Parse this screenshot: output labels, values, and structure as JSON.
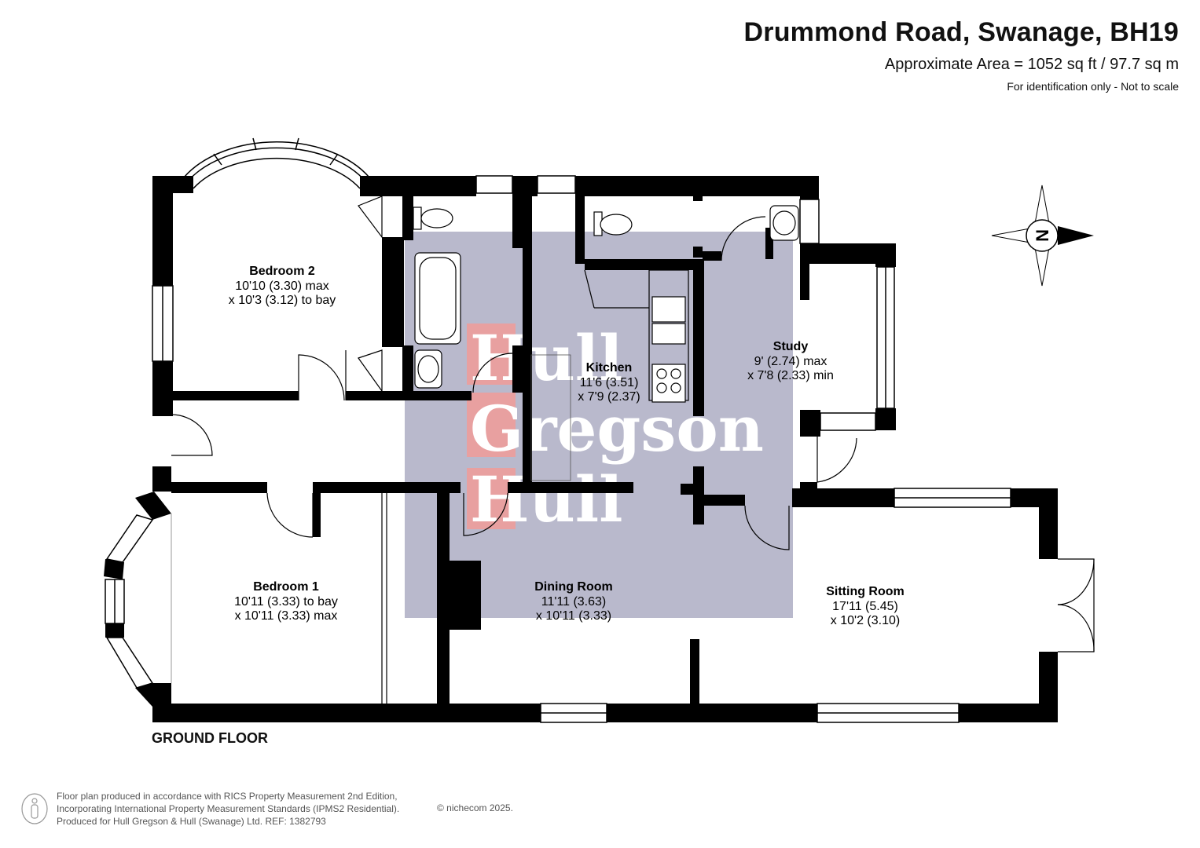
{
  "header": {
    "title": "Drummond Road, Swanage, BH19",
    "area": "Approximate Area = 1052 sq ft / 97.7 sq m",
    "note": "For identification only - Not to scale"
  },
  "compass": {
    "direction": "N",
    "icon": "compass-north-icon"
  },
  "watermark": {
    "lines": [
      "Hull",
      "Gregson",
      "Hull"
    ],
    "color": "#e8a0a0",
    "overlay_color": "#b9b9cc"
  },
  "rooms": {
    "bedroom2": {
      "name": "Bedroom 2",
      "dim1": "10'10 (3.30) max",
      "dim2": "x 10'3 (3.12) to bay"
    },
    "kitchen": {
      "name": "Kitchen",
      "dim1": "11'6 (3.51)",
      "dim2": "x 7'9 (2.37)"
    },
    "study": {
      "name": "Study",
      "dim1": "9' (2.74) max",
      "dim2": "x 7'8 (2.33) min"
    },
    "bedroom1": {
      "name": "Bedroom 1",
      "dim1": "10'11 (3.33) to bay",
      "dim2": "x 10'11 (3.33) max"
    },
    "dining": {
      "name": "Dining Room",
      "dim1": "11'11 (3.63)",
      "dim2": "x 10'11 (3.33)"
    },
    "sitting": {
      "name": "Sitting Room",
      "dim1": "17'11 (5.45)",
      "dim2": "x 10'2 (3.10)"
    }
  },
  "floor_label": "GROUND FLOOR",
  "footer": {
    "line1": "Floor plan produced in accordance with RICS Property Measurement 2nd Edition,",
    "line2": "Incorporating International Property Measurement Standards (IPMS2 Residential).",
    "line3": "Produced for Hull Gregson & Hull (Swanage) Ltd.   REF:  1382793",
    "brand": "© nichecom 2025."
  },
  "colors": {
    "wall": "#000000",
    "window": "#ffffff"
  }
}
